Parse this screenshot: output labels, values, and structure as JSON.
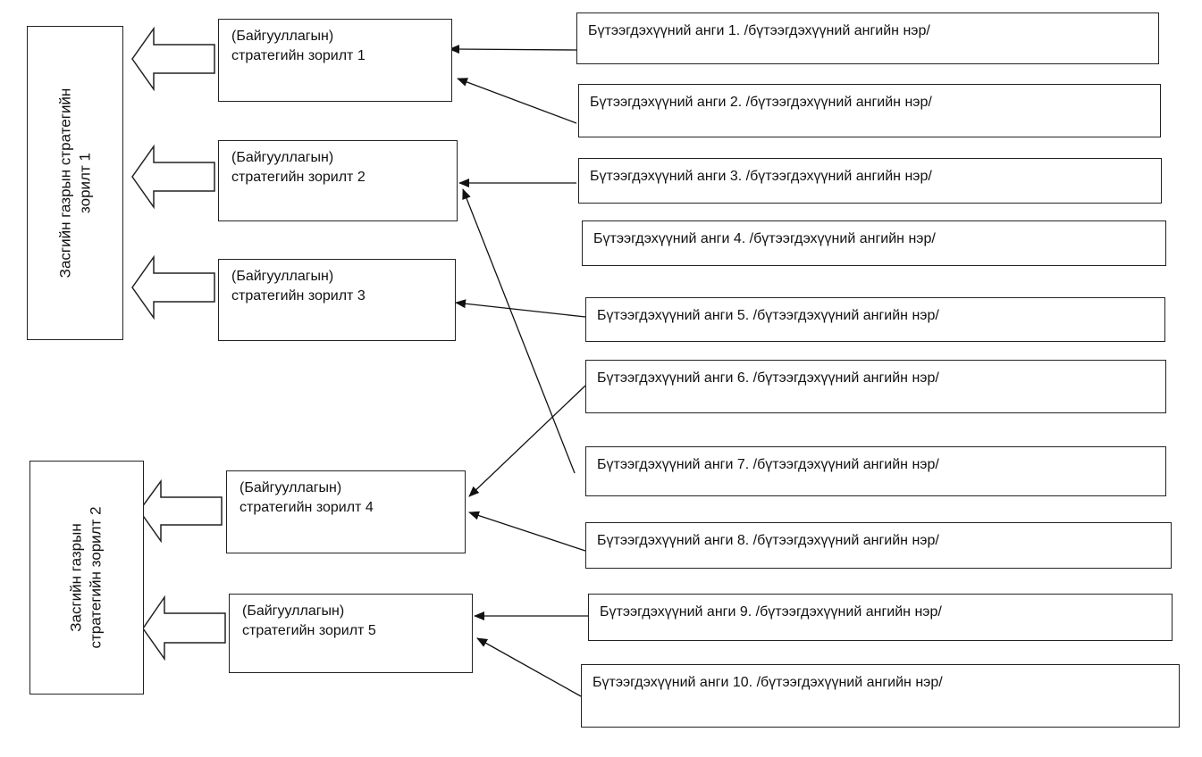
{
  "gov_goals": [
    {
      "line1": "Засгийн газрын стратегийн",
      "line2": "зорилт 1"
    },
    {
      "line1": "Засгийн газрын",
      "line2": "стратегийн зорилт 2"
    }
  ],
  "org_goals": [
    {
      "line1": "(Байгууллагын)",
      "line2": "стратегийн зорилт 1"
    },
    {
      "line1": "(Байгууллагын)",
      "line2": "стратегийн зорилт 2"
    },
    {
      "line1": "(Байгууллагын)",
      "line2": "стратегийн зорилт 3"
    },
    {
      "line1": "(Байгууллагын)",
      "line2": "стратегийн зорилт 4"
    },
    {
      "line1": "(Байгууллагын)",
      "line2": "стратегийн зорилт 5"
    }
  ],
  "product_classes": [
    "Бүтээгдэхүүний анги 1. /бүтээгдэхүүний ангийн нэр/",
    "Бүтээгдэхүүний анги 2. /бүтээгдэхүүний ангийн нэр/",
    "Бүтээгдэхүүний анги 3. /бүтээгдэхүүний ангийн нэр/",
    "Бүтээгдэхүүний анги 4. /бүтээгдэхүүний ангийн нэр/",
    "Бүтээгдэхүүний анги 5. /бүтээгдэхүүний ангийн нэр/",
    "Бүтээгдэхүүний анги 6. /бүтээгдэхүүний ангийн нэр/",
    "Бүтээгдэхүүний анги 7. /бүтээгдэхүүний ангийн нэр/",
    "Бүтээгдэхүүний анги 8. /бүтээгдэхүүний ангийн нэр/",
    "Бүтээгдэхүүний анги 9. /бүтээгдэхүүний ангийн нэр/",
    "Бүтээгдэхүүний анги 10. /бүтээгдэхүүний ангийн нэр/"
  ],
  "links": [
    {
      "from_class": 1,
      "to_goal": 1
    },
    {
      "from_class": 2,
      "to_goal": 1
    },
    {
      "from_class": 3,
      "to_goal": 2
    },
    {
      "from_class": 5,
      "to_goal": 3
    },
    {
      "from_class": 6,
      "to_goal": 4
    },
    {
      "from_class": 7,
      "to_goal": 2
    },
    {
      "from_class": 8,
      "to_goal": 4
    },
    {
      "from_class": 9,
      "to_goal": 5
    },
    {
      "from_class": 10,
      "to_goal": 5
    }
  ],
  "goal_to_gov": [
    1,
    1,
    1,
    2,
    2
  ]
}
